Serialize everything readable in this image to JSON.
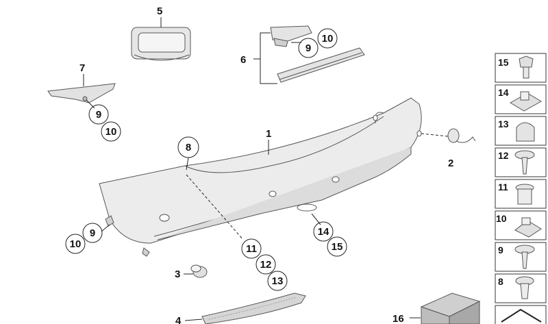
{
  "diagram": {
    "callouts": {
      "p1": "1",
      "p2": "2",
      "p3": "3",
      "p4": "4",
      "p5": "5",
      "p6": "6",
      "p7": "7",
      "p8": "8",
      "p9a": "9",
      "p9b": "9",
      "p9c": "9",
      "p10a": "10",
      "p10b": "10",
      "p10c": "10",
      "p11": "11",
      "p12": "12",
      "p13": "13",
      "p14": "14",
      "p15": "15",
      "p16": "16"
    },
    "legend": [
      "15",
      "14",
      "13",
      "12",
      "11",
      "10",
      "9",
      "8"
    ],
    "colors": {
      "part_fill": "#ececec",
      "part_shade": "#d7d7d7",
      "line": "#222222"
    }
  }
}
